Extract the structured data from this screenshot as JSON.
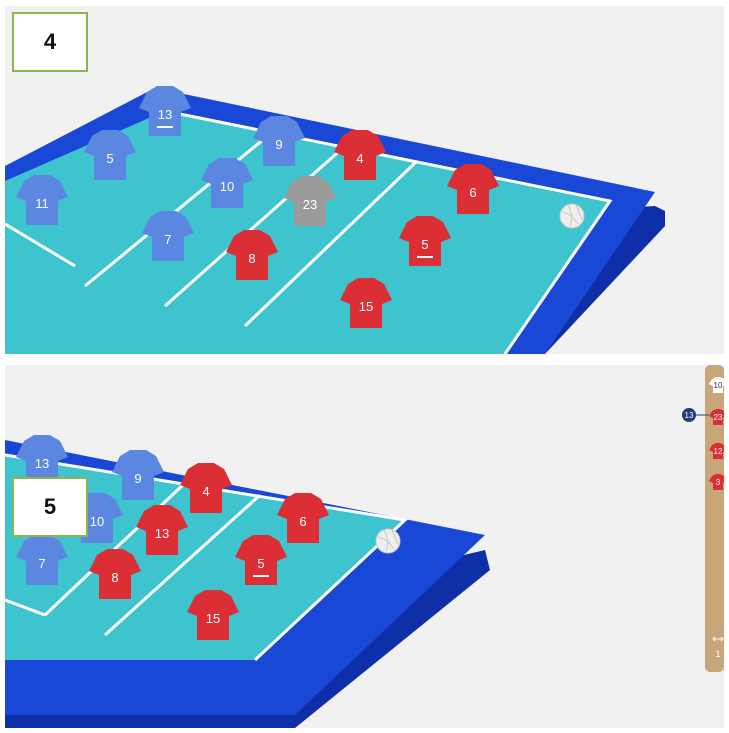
{
  "steps": {
    "top": "4",
    "bottom": "5"
  },
  "colors": {
    "court_floor": "#3ec4cf",
    "court_border": "#1a48d6",
    "court_side": "#0f2fa8",
    "court_lines": "#ffffff",
    "team_blue": "#5b87e0",
    "team_red": "#db2f35",
    "libero": "#9a9a9a",
    "sidebar_bg": "#c9a57a",
    "label_border": "#8cb54a"
  },
  "top_court": {
    "blue_players": [
      "13",
      "5",
      "9",
      "11",
      "10",
      "7"
    ],
    "red_players": [
      "4",
      "6",
      "23",
      "5",
      "8",
      "15"
    ],
    "libero_player": "23",
    "ball_icon": "volleyball-icon"
  },
  "bottom_court": {
    "blue_players": [
      "13",
      "9",
      "10",
      "7"
    ],
    "red_players": [
      "4",
      "13",
      "6",
      "8",
      "5",
      "15"
    ],
    "ball_icon": "volleyball-icon"
  },
  "sidebar": {
    "items": [
      "10",
      "23",
      "12",
      "3"
    ],
    "badge": "13",
    "bottom_label": "1"
  }
}
